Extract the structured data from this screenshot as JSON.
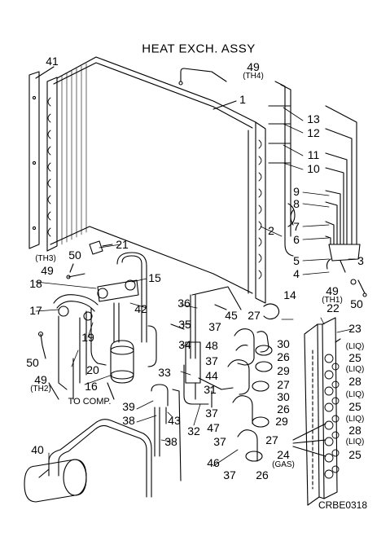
{
  "title": "HEAT EXCH. ASSY",
  "drawing_code": "CRBE0318",
  "to_comp_label": "TO COMP.",
  "part_numbers": [
    "1",
    "2",
    "3",
    "4",
    "5",
    "6",
    "7",
    "8",
    "9",
    "10",
    "11",
    "12",
    "13",
    "14",
    "15",
    "16",
    "17",
    "18",
    "19",
    "20",
    "21",
    "22",
    "23",
    "24",
    "25",
    "26",
    "27",
    "28",
    "29",
    "30",
    "31",
    "32",
    "33",
    "34",
    "35",
    "36",
    "37",
    "38",
    "39",
    "40",
    "41",
    "42",
    "43",
    "44",
    "45",
    "46",
    "47",
    "48",
    "49",
    "50"
  ],
  "callouts": [
    {
      "id": "41"
    },
    {
      "id": "49"
    },
    {
      "id": "1"
    },
    {
      "id": "13"
    },
    {
      "id": "12"
    },
    {
      "id": "11"
    },
    {
      "id": "10"
    },
    {
      "id": "9"
    },
    {
      "id": "8"
    },
    {
      "id": "7"
    },
    {
      "id": "6"
    },
    {
      "id": "2"
    },
    {
      "id": "5"
    },
    {
      "id": "3"
    },
    {
      "id": "4"
    },
    {
      "id": "21"
    },
    {
      "id": "50"
    },
    {
      "id": "49"
    },
    {
      "id": "15"
    },
    {
      "id": "18"
    },
    {
      "id": "17"
    },
    {
      "id": "42"
    },
    {
      "id": "19"
    },
    {
      "id": "36"
    },
    {
      "id": "14"
    },
    {
      "id": "27"
    },
    {
      "id": "22"
    },
    {
      "id": "45"
    },
    {
      "id": "37"
    },
    {
      "id": "35"
    },
    {
      "id": "48"
    },
    {
      "id": "30"
    },
    {
      "id": "23"
    },
    {
      "id": "34"
    },
    {
      "id": "37"
    },
    {
      "id": "26"
    },
    {
      "id": "25"
    },
    {
      "id": "44"
    },
    {
      "id": "29"
    },
    {
      "id": "33"
    },
    {
      "id": "27"
    },
    {
      "id": "28"
    },
    {
      "id": "20"
    },
    {
      "id": "16"
    },
    {
      "id": "31"
    },
    {
      "id": "30"
    },
    {
      "id": "37"
    },
    {
      "id": "26"
    },
    {
      "id": "25"
    },
    {
      "id": "39"
    },
    {
      "id": "38"
    },
    {
      "id": "43"
    },
    {
      "id": "32"
    },
    {
      "id": "47"
    },
    {
      "id": "29"
    },
    {
      "id": "28"
    },
    {
      "id": "38"
    },
    {
      "id": "37"
    },
    {
      "id": "27"
    },
    {
      "id": "24"
    },
    {
      "id": "25"
    },
    {
      "id": "40"
    },
    {
      "id": "46"
    },
    {
      "id": "37"
    },
    {
      "id": "26"
    },
    {
      "id": "49"
    },
    {
      "id": "50"
    },
    {
      "id": "50"
    }
  ],
  "sensor_tags": {
    "th4": "(TH4)",
    "th3": "(TH3)",
    "th1": "(TH1)",
    "th2": "(TH2)"
  },
  "pipe_tags": {
    "liq": "(LIQ)",
    "gas": "(GAS)"
  }
}
